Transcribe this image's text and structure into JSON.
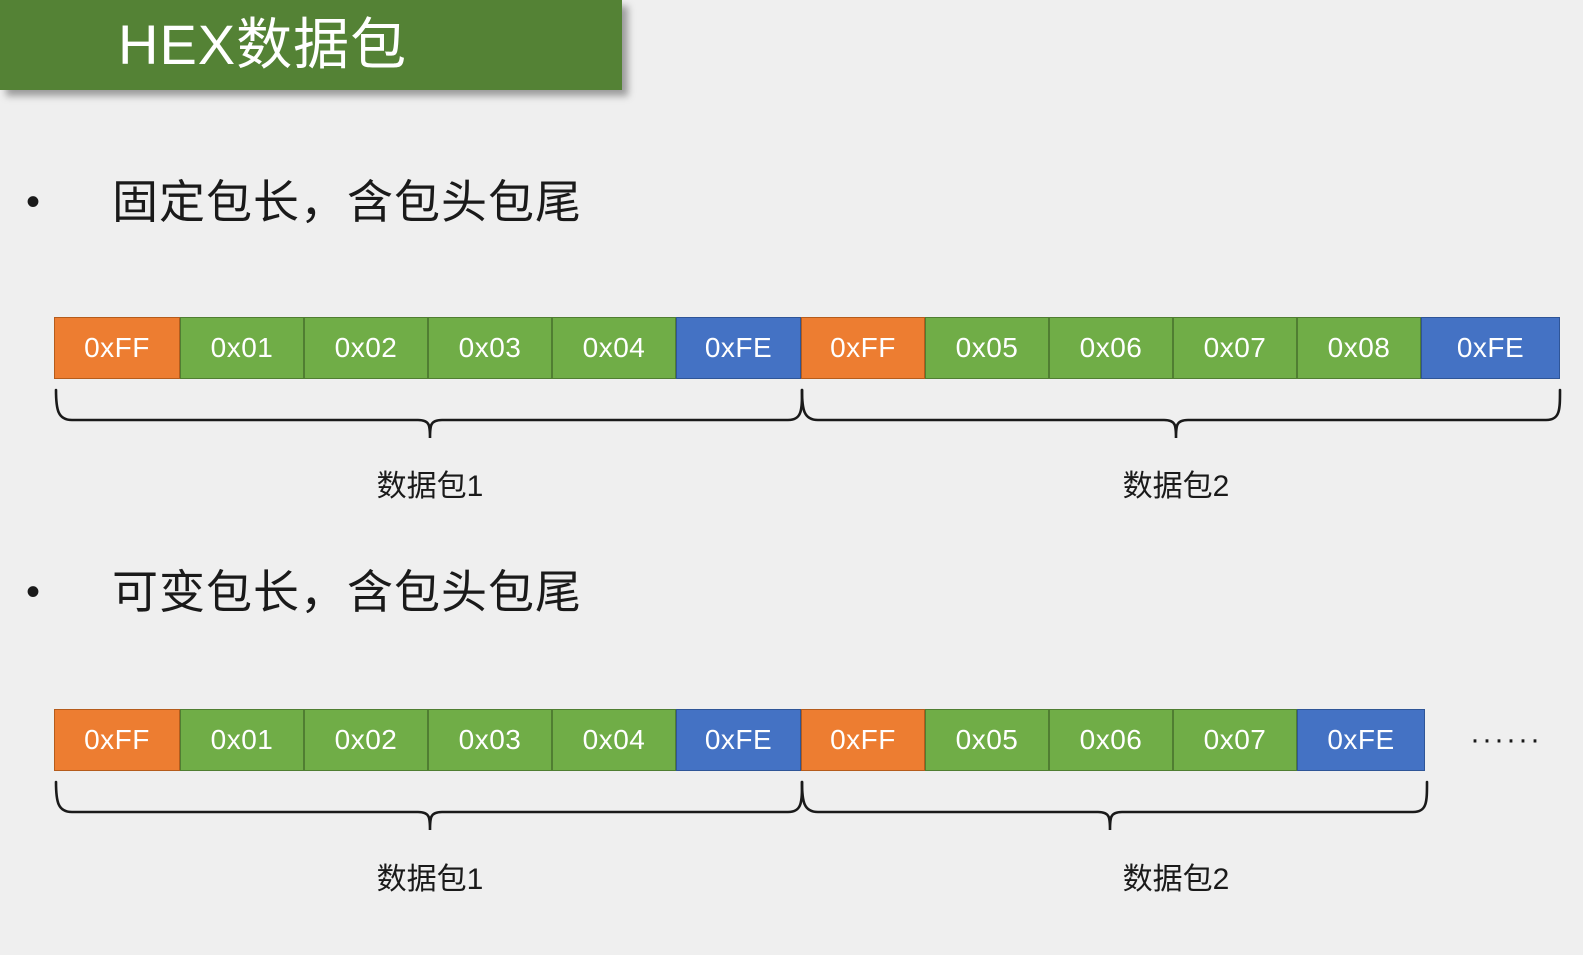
{
  "slide": {
    "title": "HEX数据包",
    "background_color": "#efefef",
    "title_bar_color": "#548235",
    "title_text_color": "#ffffff"
  },
  "colors": {
    "header_byte": "#ed7d31",
    "data_byte": "#70ad47",
    "tail_byte": "#4472c4",
    "brace": "#1a1a1a"
  },
  "sections": [
    {
      "bullet_marker": "•",
      "bullet_text": "固定包长，含包头包尾",
      "packets": [
        {
          "label": "数据包1",
          "cells": [
            {
              "value": "0xFF",
              "role": "head"
            },
            {
              "value": "0x01",
              "role": "data"
            },
            {
              "value": "0x02",
              "role": "data"
            },
            {
              "value": "0x03",
              "role": "data"
            },
            {
              "value": "0x04",
              "role": "data"
            },
            {
              "value": "0xFE",
              "role": "tail"
            }
          ]
        },
        {
          "label": "数据包2",
          "cells": [
            {
              "value": "0xFF",
              "role": "head"
            },
            {
              "value": "0x05",
              "role": "data"
            },
            {
              "value": "0x06",
              "role": "data"
            },
            {
              "value": "0x07",
              "role": "data"
            },
            {
              "value": "0x08",
              "role": "data"
            },
            {
              "value": "0xFE",
              "role": "tail"
            }
          ]
        }
      ],
      "trailing_ellipsis": ""
    },
    {
      "bullet_marker": "•",
      "bullet_text": "可变包长，含包头包尾",
      "packets": [
        {
          "label": "数据包1",
          "cells": [
            {
              "value": "0xFF",
              "role": "head"
            },
            {
              "value": "0x01",
              "role": "data"
            },
            {
              "value": "0x02",
              "role": "data"
            },
            {
              "value": "0x03",
              "role": "data"
            },
            {
              "value": "0x04",
              "role": "data"
            },
            {
              "value": "0xFE",
              "role": "tail"
            }
          ]
        },
        {
          "label": "数据包2",
          "cells": [
            {
              "value": "0xFF",
              "role": "head"
            },
            {
              "value": "0x05",
              "role": "data"
            },
            {
              "value": "0x06",
              "role": "data"
            },
            {
              "value": "0x07",
              "role": "data"
            },
            {
              "value": "0xFE",
              "role": "tail"
            }
          ]
        }
      ],
      "trailing_ellipsis": "······"
    }
  ]
}
